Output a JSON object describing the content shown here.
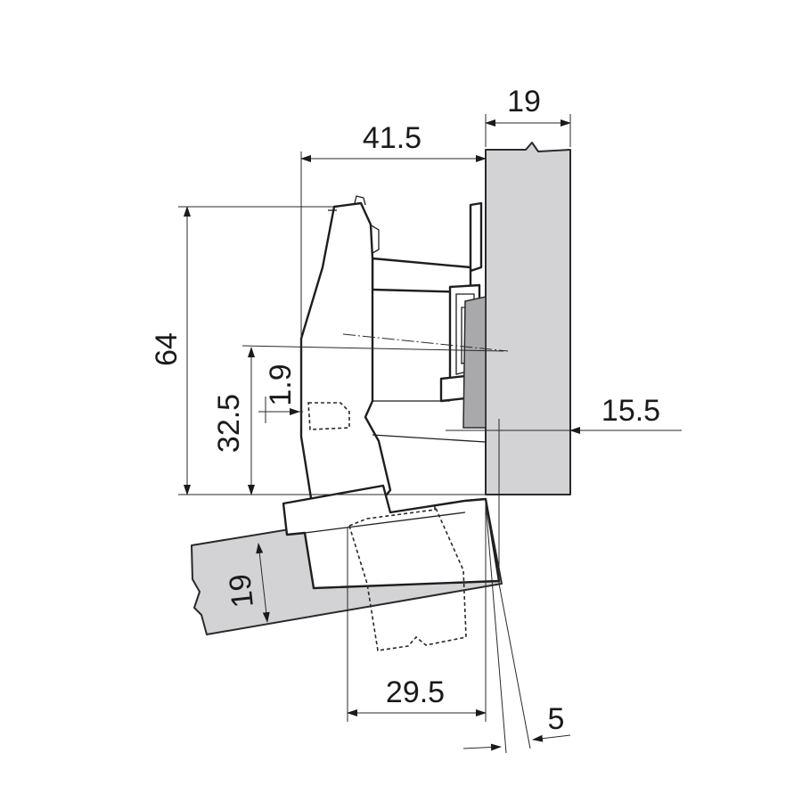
{
  "diagram": {
    "dimensions": {
      "side_panel_thickness": "19",
      "hinge_depth": "41.5",
      "height_64": "64",
      "height_32_5": "32.5",
      "offset_1_9": "1.9",
      "overlay_15_5": "15.5",
      "door_thickness": "19",
      "cup_distance": "29.5",
      "gap_5": "5"
    }
  }
}
